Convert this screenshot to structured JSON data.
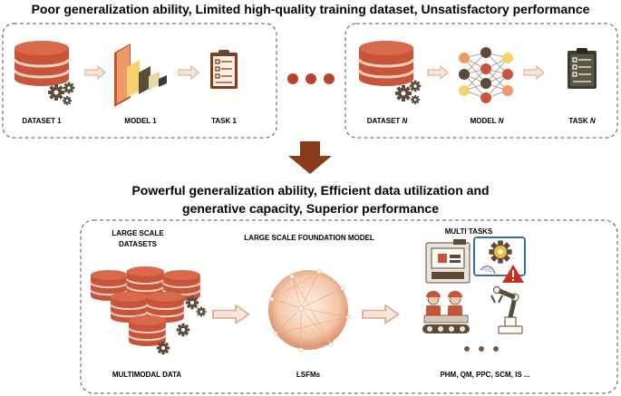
{
  "top_title": "Poor generalization ability, Limited high-quality training dataset, Unsatisfactory performance",
  "left_panel": {
    "dataset_label": "DATASET 1",
    "model_label": "MODEL 1",
    "task_label": "TASK 1"
  },
  "right_panel": {
    "dataset_label_prefix": "DATASET ",
    "dataset_label_var": "N",
    "model_label_prefix": "MODEL ",
    "model_label_var": "N",
    "task_label_prefix": "TASK ",
    "task_label_var": "N"
  },
  "bottom_title_line1": "Powerful generalization ability,  Efficient data utilization and",
  "bottom_title_line2": "generative capacity, Superior performance",
  "bottom_panel": {
    "datasets_heading_line1": "LARGE SCALE",
    "datasets_heading_line2": "DATASETS",
    "model_heading": "LARGE SCALE FOUNDATION MODEL",
    "tasks_heading": "MULTI TASKS",
    "multimodal_label": "MULTIMODAL DATA",
    "lsfm_label": "LSFMs",
    "tasks_label": "PHM, QM, PPC, SCM, IS ..."
  },
  "colors": {
    "db_red": "#c8553a",
    "db_light": "#f2d4c6",
    "gear_dark": "#5c4a3a",
    "arrow_fill": "#f6e5d8",
    "arrow_stroke": "#dba98b",
    "down_arrow": "#8b3a1a",
    "dots": "#7a5a3f"
  }
}
